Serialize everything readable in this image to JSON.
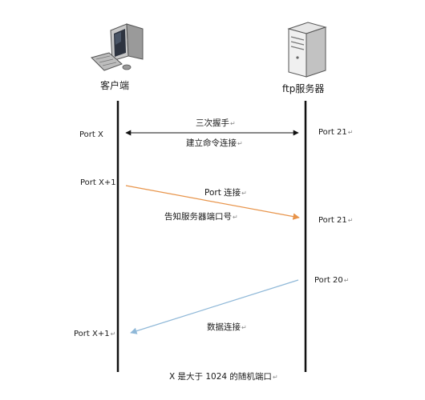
{
  "diagram": {
    "client_label": "客户端",
    "server_label": "ftp服务器",
    "client_ports": {
      "x": "Port X",
      "x_plus_1_top": "Port X+1",
      "x_plus_1_bottom": "Port X+1"
    },
    "server_ports": {
      "p21_top": "Port 21",
      "p21_mid": "Port 21",
      "p20": "Port 20"
    },
    "messages": {
      "handshake": "三次握手",
      "command_connect": "建立命令连接",
      "port_connect": "Port 连接",
      "tell_server_port": "告知服务器端口号",
      "data_connect": "数据连接"
    },
    "footnote": "X 是大于 1024 的随机端口",
    "return_mark": "↵",
    "colors": {
      "lifeline": "#111111",
      "handshake_arrow": "#111111",
      "port_arrow": "#e8944a",
      "data_arrow": "#8fb8d8"
    }
  }
}
